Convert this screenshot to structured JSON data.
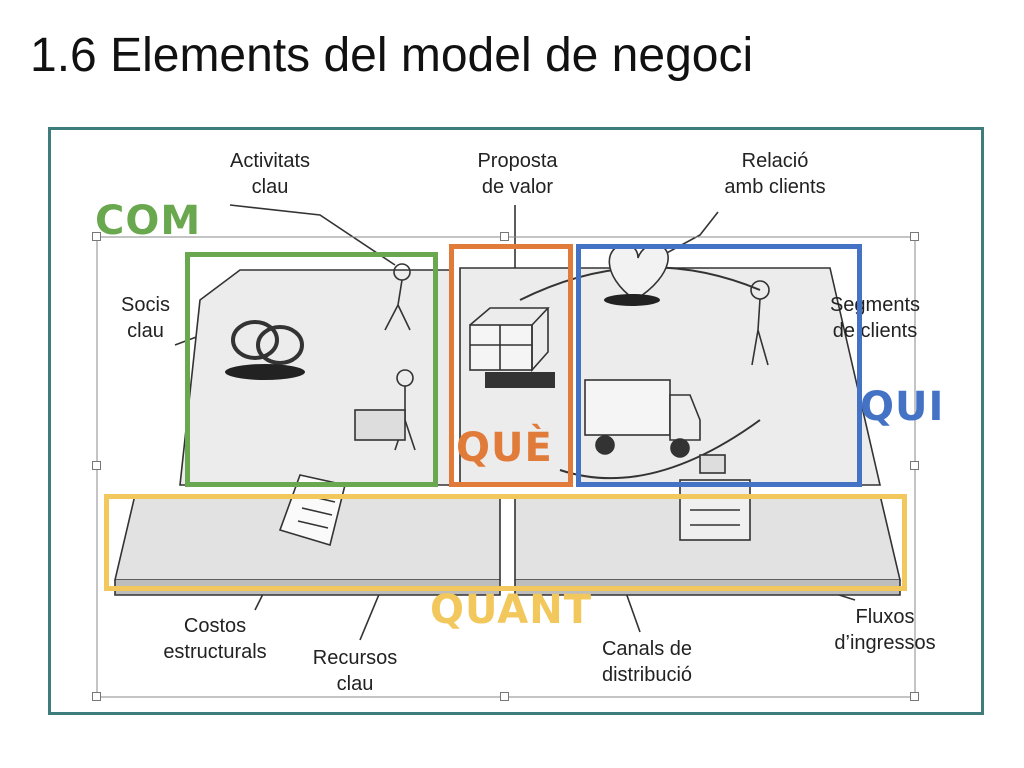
{
  "slide": {
    "title": "1.6 Elements del model de negoci"
  },
  "canvas_labels": {
    "activitats_clau": "Activitats\nclau",
    "proposta_de_valor": "Proposta\nde valor",
    "relacio_amb_clients": "Relació\namb clients",
    "socis_clau": "Socis\nclau",
    "segments_de_clients": "Segments\nde clients",
    "costos_estructurals": "Costos\nestructurals",
    "recursos_clau": "Recursos\nclau",
    "canals_de_distribucio": "Canals de\ndistribució",
    "fluxos_dingressos": "Fluxos\nd’ingressos"
  },
  "overlays": {
    "com": {
      "text": "COM",
      "color": "#6aa84f"
    },
    "que": {
      "text": "QUÈ",
      "color": "#e07b39"
    },
    "qui": {
      "text": "QUI",
      "color": "#4472c4"
    },
    "quant": {
      "text": "QUANT",
      "color": "#f2c75c"
    }
  },
  "colors": {
    "frame": "#3f7d7d",
    "ink": "#222222"
  }
}
